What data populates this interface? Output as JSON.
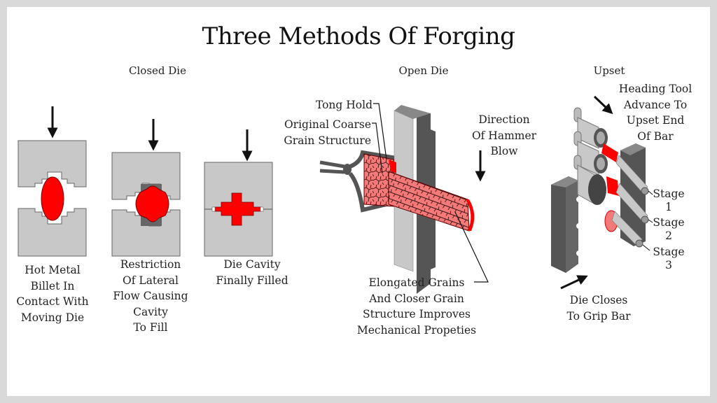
{
  "title": "Three Methods Of Forging",
  "colors": {
    "background": "#d9d9d9",
    "panel": "#ffffff",
    "die_light": "#c8c8c8",
    "die_dark": "#555555",
    "hot_metal": "#ff0000",
    "grain_fill": "#f47a7a",
    "text": "#222222"
  },
  "closed_die": {
    "heading": "Closed Die",
    "stages": [
      {
        "caption": "Hot Metal\nBillet In\nContact With\nMoving Die"
      },
      {
        "caption": "Restriction\nOf Lateral\nFlow Causing\nCavity\nTo Fill"
      },
      {
        "caption": "Die Cavity\nFinally Filled"
      }
    ]
  },
  "open_die": {
    "heading": "Open Die",
    "labels": {
      "tong_hold": "Tong Hold",
      "coarse_grain": "Original Coarse\nGrain Structure",
      "hammer_direction": "Direction\nOf Hammer\nBlow",
      "elongated": "Elongated Grains\nAnd Closer Grain\nStructure Improves\nMechanical Propeties"
    }
  },
  "upset": {
    "heading": "Upset",
    "labels": {
      "heading_tool": "Heading Tool\nAdvance To\nUpset End\nOf Bar",
      "die_closes": "Die Closes\nTo Grip Bar"
    },
    "stages": [
      "Stage\n1",
      "Stage\n2",
      "Stage\n3"
    ]
  }
}
